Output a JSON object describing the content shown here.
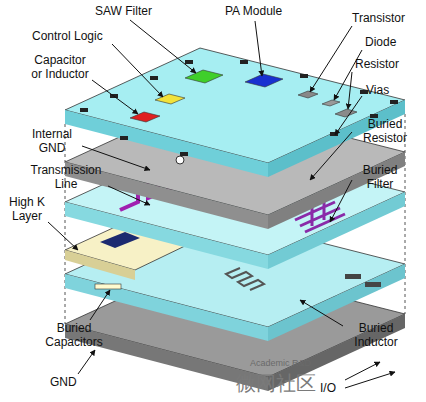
{
  "diagram": {
    "labels": [
      "SAW Filter",
      "PA Module",
      "Transistor",
      "Control Logic",
      "Diode",
      "Capacitor or Inductor",
      "Resistor",
      "Vias",
      "Internal GND",
      "Buried Resistor",
      "Transmission Line",
      "Buried Filter",
      "High K Layer",
      "Buried Capacitors",
      "Buried Inductor",
      "GND",
      "I/O",
      "Academic R&D",
      "微网社区"
    ]
  }
}
